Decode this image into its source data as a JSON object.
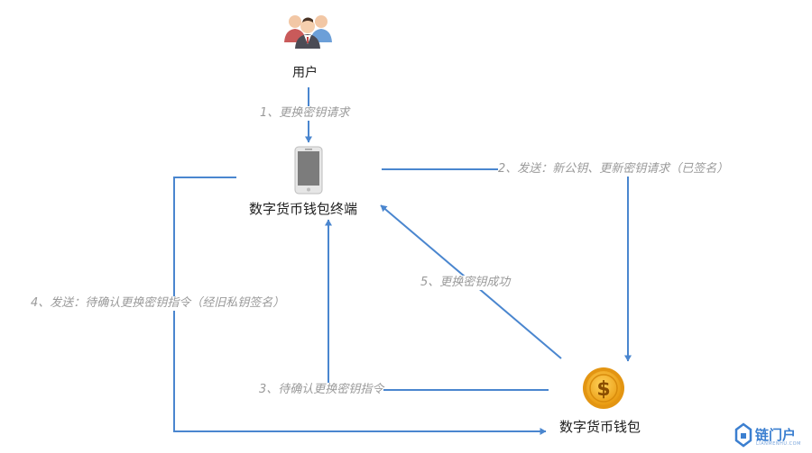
{
  "nodes": {
    "user": {
      "label": "用户"
    },
    "terminal": {
      "label": "数字货币钱包终端"
    },
    "wallet": {
      "label": "数字货币钱包",
      "icon_glyph": "$"
    }
  },
  "edges": {
    "step1": {
      "label": "1、更换密钥请求"
    },
    "step2": {
      "label": "2、发送：新公钥、更新密钥请求（已签名）"
    },
    "step3": {
      "label": "3、待确认更换密钥指令"
    },
    "step4": {
      "label": "4、发送：待确认更换密钥指令（经旧私钥签名）"
    },
    "step5": {
      "label": "5、更换密钥成功"
    }
  },
  "watermark": {
    "text": "链门户",
    "subtext": "LIANMENHU.COM"
  },
  "colors": {
    "arrow": "#4a86cf",
    "edge_label": "#9a9a9a",
    "node_label": "#222222",
    "coin": "#f2a81d",
    "phone_body": "#e6e6e6",
    "phone_screen": "#7c7c7c",
    "watermark": "#3b7fd0"
  },
  "icons": {
    "user": "users-group-icon",
    "terminal": "mobile-phone-icon",
    "wallet": "dollar-coin-icon",
    "watermark": "chain-logo-icon"
  }
}
